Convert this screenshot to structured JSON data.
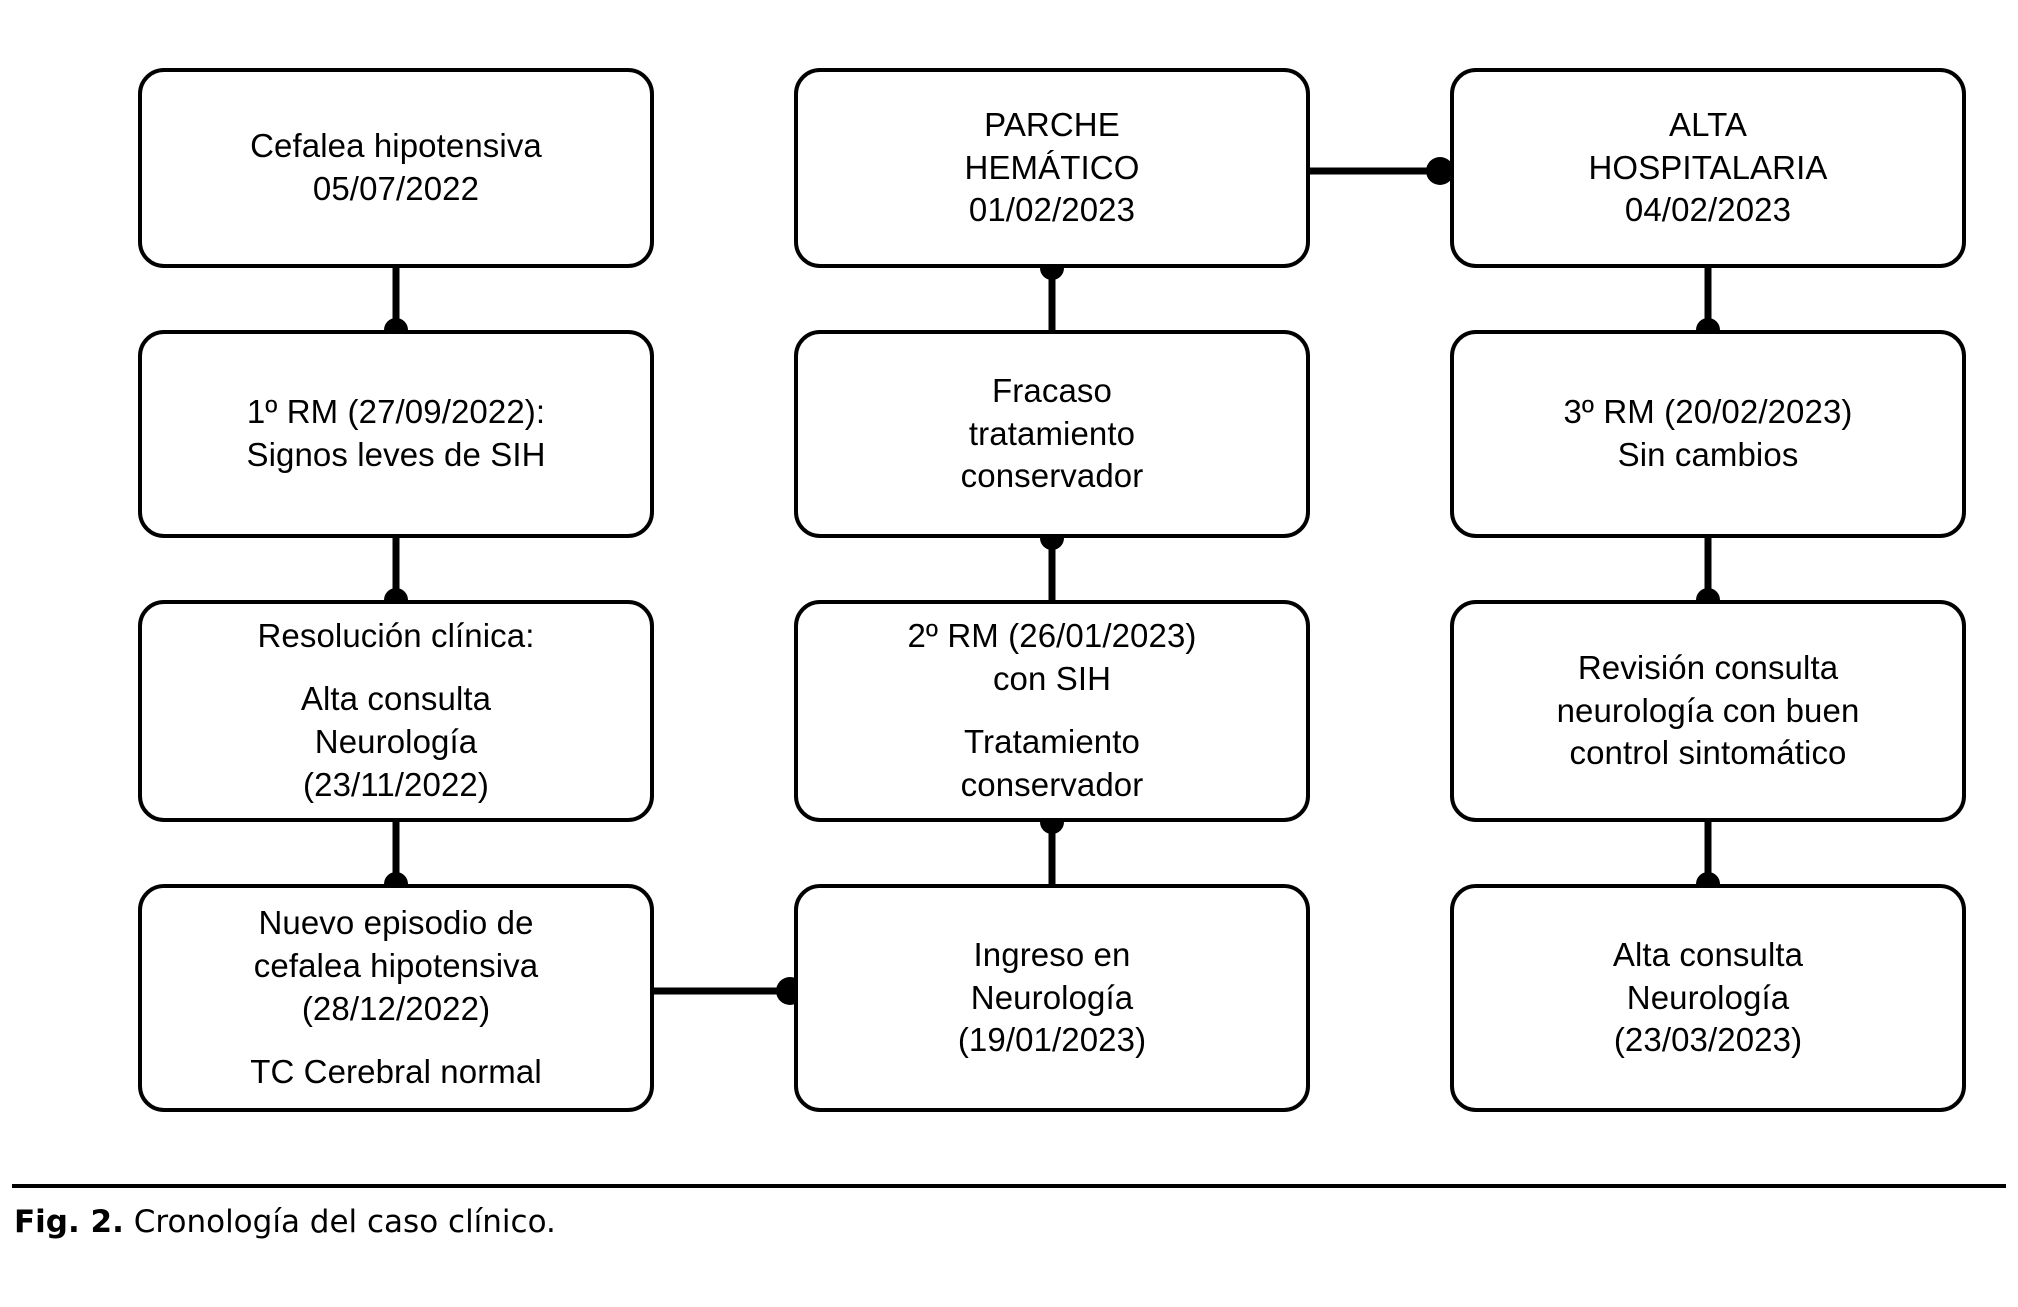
{
  "figure": {
    "caption_label": "Fig. 2.",
    "caption_text": "Cronología del caso clínico.",
    "stroke_color": "#000000",
    "background_color": "#ffffff"
  },
  "chart_data": {
    "type": "diagram",
    "title": "Cronología del caso clínico",
    "layout": "three-column vertical flowchart, serpentine flow",
    "nodes": [
      {
        "id": "n1",
        "column": 1,
        "row": 1,
        "lines": [
          "Cefalea hipotensiva",
          "05/07/2022"
        ]
      },
      {
        "id": "n2",
        "column": 1,
        "row": 2,
        "lines": [
          "1º RM (27/09/2022):",
          "Signos leves de SIH"
        ]
      },
      {
        "id": "n3",
        "column": 1,
        "row": 3,
        "lines": [
          "Resolución clínica:",
          "",
          "Alta consulta",
          "Neurología",
          "(23/11/2022)"
        ]
      },
      {
        "id": "n4",
        "column": 1,
        "row": 4,
        "lines": [
          "Nuevo episodio de",
          "cefalea hipotensiva",
          "(28/12/2022)",
          "",
          "TC Cerebral normal"
        ]
      },
      {
        "id": "n5",
        "column": 2,
        "row": 1,
        "lines": [
          "PARCHE",
          "HEMÁTICO",
          "01/02/2023"
        ]
      },
      {
        "id": "n6",
        "column": 2,
        "row": 2,
        "lines": [
          "Fracaso",
          "tratamiento",
          "conservador"
        ]
      },
      {
        "id": "n7",
        "column": 2,
        "row": 3,
        "lines": [
          "2º RM (26/01/2023)",
          "con SIH",
          "",
          "Tratamiento",
          "conservador"
        ]
      },
      {
        "id": "n8",
        "column": 2,
        "row": 4,
        "lines": [
          "Ingreso en",
          "Neurología",
          "(19/01/2023)"
        ]
      },
      {
        "id": "n9",
        "column": 3,
        "row": 1,
        "lines": [
          "ALTA",
          "HOSPITALARIA",
          "04/02/2023"
        ]
      },
      {
        "id": "n10",
        "column": 3,
        "row": 2,
        "lines": [
          "3º RM (20/02/2023)",
          "Sin cambios"
        ]
      },
      {
        "id": "n11",
        "column": 3,
        "row": 3,
        "lines": [
          "Revisión consulta",
          "neurología con buen",
          "control sintomático"
        ]
      },
      {
        "id": "n12",
        "column": 3,
        "row": 4,
        "lines": [
          "Alta consulta",
          "Neurología",
          "(23/03/2023)"
        ]
      }
    ],
    "edges": [
      {
        "from": "n1",
        "to": "n2",
        "direction": "down",
        "endpoint_marker": "dot"
      },
      {
        "from": "n2",
        "to": "n3",
        "direction": "down",
        "endpoint_marker": "dot"
      },
      {
        "from": "n3",
        "to": "n4",
        "direction": "down",
        "endpoint_marker": "dot"
      },
      {
        "from": "n4",
        "to": "n8",
        "direction": "right",
        "endpoint_marker": "dot"
      },
      {
        "from": "n8",
        "to": "n7",
        "direction": "up",
        "endpoint_marker": "dot"
      },
      {
        "from": "n7",
        "to": "n6",
        "direction": "up",
        "endpoint_marker": "dot"
      },
      {
        "from": "n6",
        "to": "n5",
        "direction": "up",
        "endpoint_marker": "dot"
      },
      {
        "from": "n5",
        "to": "n9",
        "direction": "right",
        "endpoint_marker": "dot"
      },
      {
        "from": "n9",
        "to": "n10",
        "direction": "down",
        "endpoint_marker": "dot"
      },
      {
        "from": "n10",
        "to": "n11",
        "direction": "down",
        "endpoint_marker": "dot"
      },
      {
        "from": "n11",
        "to": "n12",
        "direction": "down",
        "endpoint_marker": "dot"
      }
    ]
  }
}
